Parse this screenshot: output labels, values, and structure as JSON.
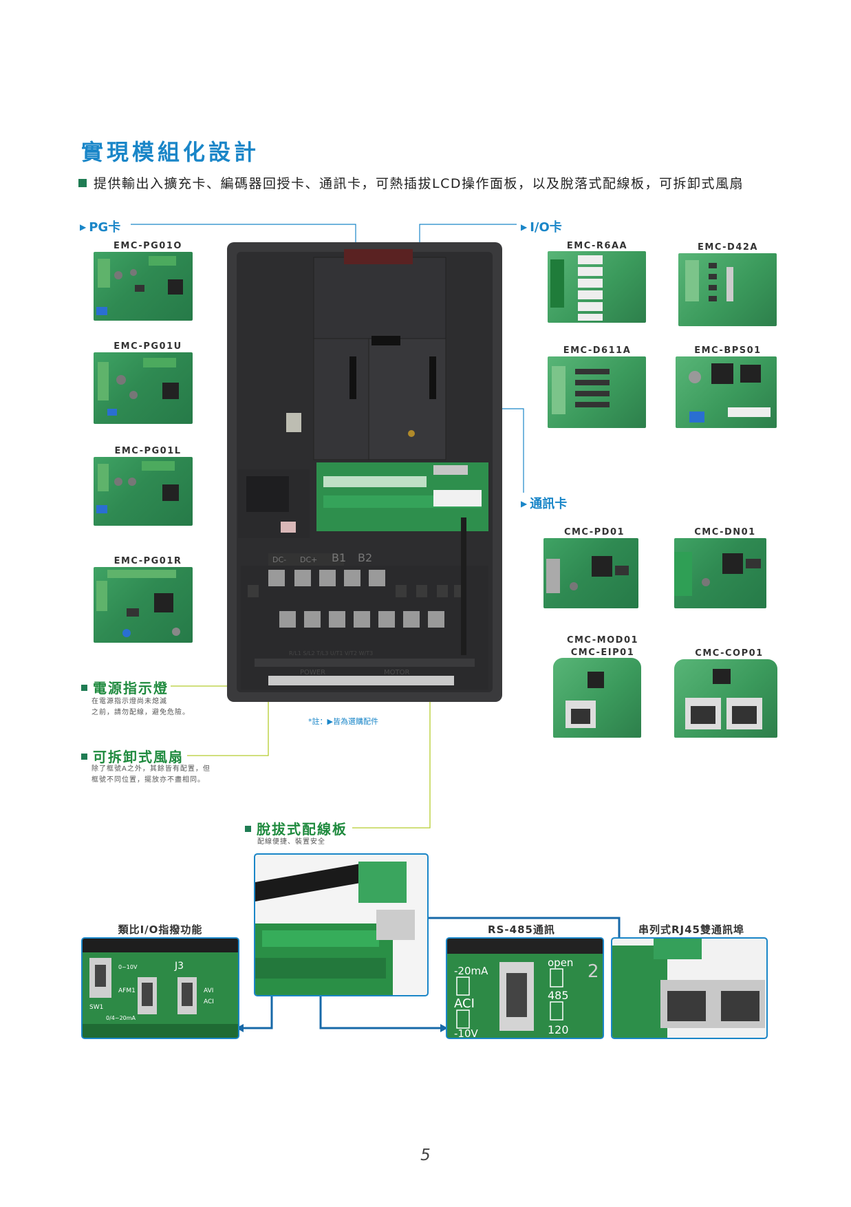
{
  "title": "實現模組化設計",
  "subtitle": "提供輸出入擴充卡、編碼器回授卡、通訊卡，可熱插拔LCD操作面板，以及脫落式配線板，可拆卸式風扇",
  "pg_section": {
    "label": "PG卡",
    "cards": [
      "EMC-PG01O",
      "EMC-PG01U",
      "EMC-PG01L",
      "EMC-PG01R"
    ]
  },
  "io_section": {
    "label": "I/O卡",
    "cards": [
      "EMC-R6AA",
      "EMC-D42A",
      "EMC-D611A",
      "EMC-BPS01"
    ]
  },
  "comm_section": {
    "label": "通訊卡",
    "cards": [
      "CMC-PD01",
      "CMC-DN01",
      "CMC-MOD01",
      "CMC-EIP01",
      "CMC-COP01"
    ]
  },
  "features": {
    "power_led": {
      "title": "電源指示燈",
      "desc1": "在電源指示燈尚未熄滅",
      "desc2": "之前，請勿配線，避免危險。"
    },
    "fan": {
      "title": "可拆卸式風扇",
      "desc1": "除了框號A之外，其餘皆有配置，但",
      "desc2": "框號不同位置，擺放亦不盡相同。"
    },
    "terminal": {
      "title": "脫拔式配線板",
      "desc": "配線便捷、裝置安全"
    }
  },
  "note": "*註：▶皆為選購配件",
  "drive_labels": {
    "dc_minus": "DC-",
    "dc_plus": "DC+",
    "b1": "B1",
    "b2": "B2",
    "power": "POWER",
    "motor": "MOTOR",
    "terminals_top": "R/L1  S/L2  T/L3  U/T1  V/T2  W/T3"
  },
  "bottom_photos": {
    "analog": {
      "label": "類比I/O指撥功能",
      "texts": [
        "J3",
        "SW1",
        "AFM1",
        "0~10V",
        "0/4~20mA",
        "ACI",
        "AVI"
      ]
    },
    "rs485": {
      "label": "RS-485通訊",
      "texts": [
        "-20mA",
        "ACI",
        "-10V",
        "open",
        "485",
        "120",
        "2"
      ]
    },
    "rj45": {
      "label": "串列式RJ45雙通訊埠"
    }
  },
  "page_number": "5",
  "colors": {
    "accent_blue": "#1a86c8",
    "lime_line": "#b5cc2e",
    "green": "#1f8a3e",
    "arrow_blue": "#1769a8"
  }
}
